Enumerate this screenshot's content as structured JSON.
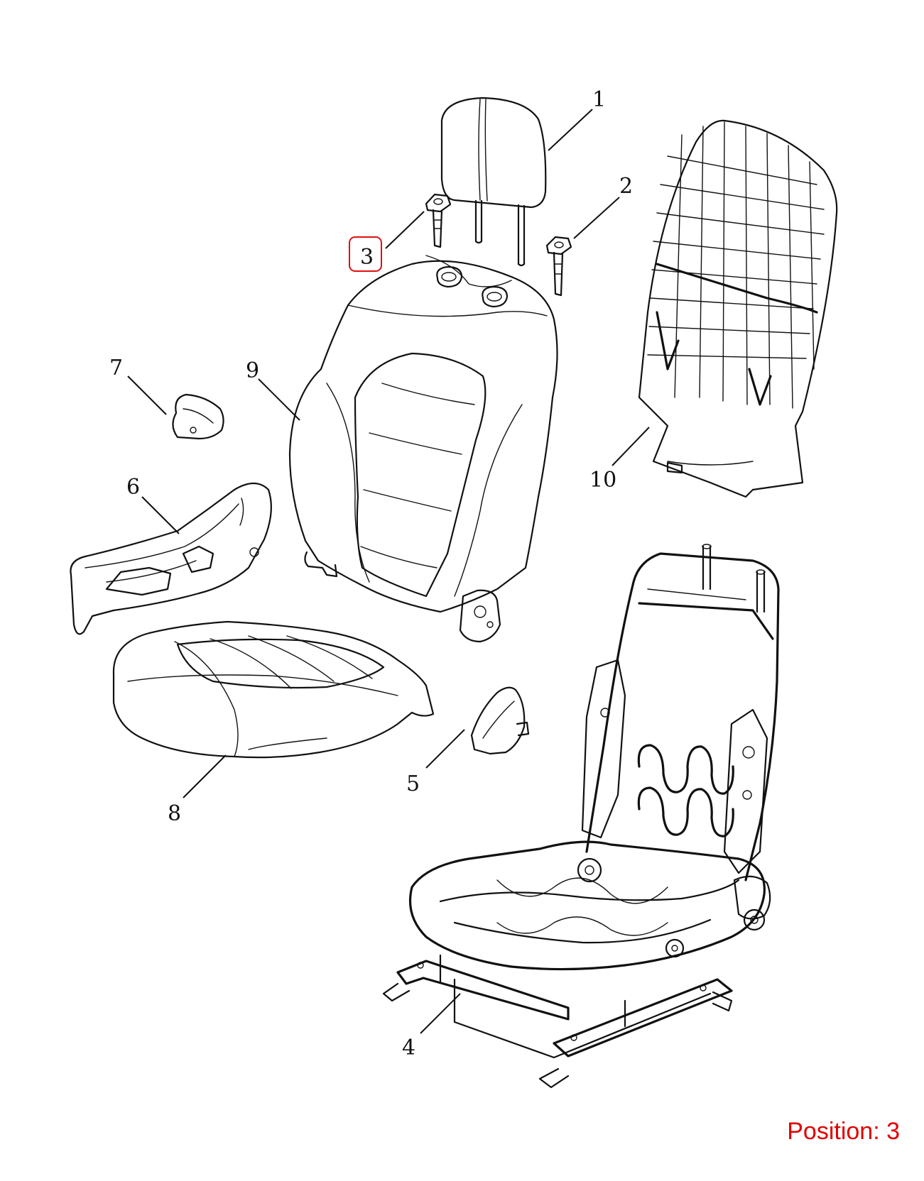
{
  "callouts": [
    "1",
    "2",
    "3",
    "4",
    "5",
    "6",
    "7",
    "8",
    "9",
    "10"
  ],
  "highlighted_callout": "3",
  "position_label": "Position: 3",
  "colors": {
    "highlight": "#e00000",
    "line": "#111111",
    "background": "#ffffff"
  },
  "parts": [
    {
      "callout": "1",
      "name": "headrest"
    },
    {
      "callout": "2",
      "name": "headrest-guide-sleeve"
    },
    {
      "callout": "3",
      "name": "headrest-guide-sleeve"
    },
    {
      "callout": "4",
      "name": "seat-frame-with-tracks"
    },
    {
      "callout": "5",
      "name": "side-trim-cover"
    },
    {
      "callout": "6",
      "name": "seat-side-shield"
    },
    {
      "callout": "7",
      "name": "trim-cap"
    },
    {
      "callout": "8",
      "name": "seat-cushion"
    },
    {
      "callout": "9",
      "name": "backrest-pad"
    },
    {
      "callout": "10",
      "name": "backrest-lumbar-mat"
    }
  ]
}
